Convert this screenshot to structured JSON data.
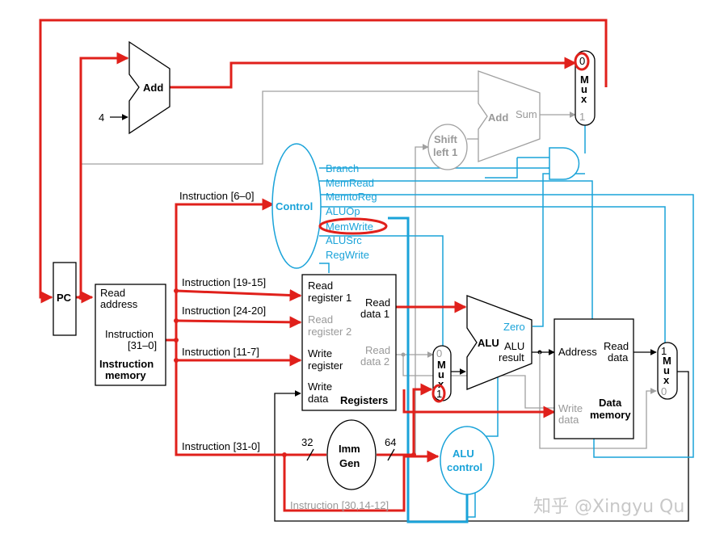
{
  "pc": {
    "label": "PC"
  },
  "instruction_memory": {
    "read_address": [
      "Read",
      "address"
    ],
    "instruction_out": [
      "Instruction",
      "[31–0]"
    ],
    "title": [
      "Instruction",
      "memory"
    ]
  },
  "adders": {
    "pc_add": "Add",
    "const_four": "4",
    "branch_add": "Add",
    "branch_sum": "Sum"
  },
  "shift_left": [
    "Shift",
    "left 1"
  ],
  "pc_mux": {
    "in0": "0",
    "title": [
      "M",
      "u",
      "x"
    ],
    "in1": "1"
  },
  "control": {
    "label": "Control",
    "signals": [
      "Branch",
      "MemRead",
      "MemtoReg",
      "ALUOp",
      "MemWrite",
      "ALUSrc",
      "RegWrite"
    ]
  },
  "instruction_fields": {
    "opcode": "Instruction [6–0]",
    "rs1": "Instruction [19-15]",
    "rs2": "Instruction [24-20]",
    "rd": "Instruction [11-7]",
    "imm": "Instruction [31-0]",
    "funct": "Instruction [30,14-12]"
  },
  "registers": {
    "read_register_1": [
      "Read",
      "register 1"
    ],
    "read_register_2": [
      "Read",
      "register 2"
    ],
    "write_register": [
      "Write",
      "register"
    ],
    "write_data": [
      "Write",
      "data"
    ],
    "read_data_1": [
      "Read",
      "data 1"
    ],
    "read_data_2": [
      "Read",
      "data 2"
    ],
    "title": "Registers"
  },
  "alu_src_mux": {
    "in0": "0",
    "title": [
      "M",
      "u",
      "x"
    ],
    "in1": "1"
  },
  "alu": {
    "label": "ALU",
    "zero": "Zero",
    "result": [
      "ALU",
      "result"
    ]
  },
  "imm_gen": {
    "label": [
      "Imm",
      "Gen"
    ],
    "in_width": "32",
    "out_width": "64"
  },
  "alu_control": {
    "label": [
      "ALU",
      "control"
    ]
  },
  "data_memory": {
    "address": "Address",
    "read_data": [
      "Read",
      "data"
    ],
    "write_data": [
      "Write",
      "data"
    ],
    "title": [
      "Data",
      "memory"
    ]
  },
  "mem_mux": {
    "in1": "1",
    "title": [
      "M",
      "u",
      "x"
    ],
    "in0": "0"
  },
  "watermark": "知乎 @Xingyu Qu",
  "colors": {
    "active_path": "#e0201b",
    "control": "#1aa3d9",
    "inactive": "#a0a0a0"
  }
}
